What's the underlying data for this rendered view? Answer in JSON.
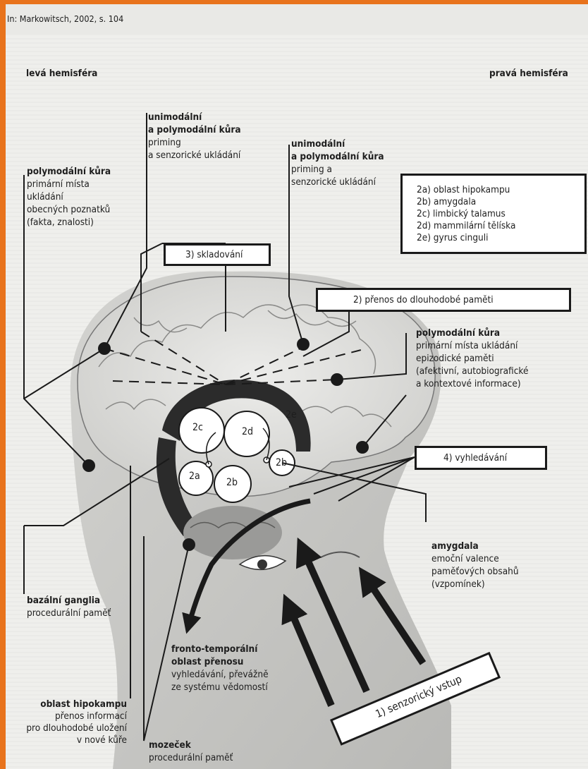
{
  "source_note": "In: Markowitsch, 2002, s. 104",
  "hemispheres": {
    "left": "levá hemisféra",
    "right": "pravá hemisféra"
  },
  "labels": {
    "unimodal_top": {
      "title": [
        "unimodální",
        "a polymodální kůra"
      ],
      "desc": [
        "priming",
        "a senzorické ukládání"
      ]
    },
    "unimodal_mid": {
      "title": [
        "unimodální",
        "a polymodální kůra"
      ],
      "desc": [
        "priming a",
        "senzorické ukládání"
      ]
    },
    "polymodal_left": {
      "title": "polymodální kůra",
      "desc": [
        "primární místa",
        "ukládání",
        "obecných poznatků",
        "(fakta, znalosti)"
      ]
    },
    "polymodal_right": {
      "title": "polymodální kůra",
      "desc": [
        "primární místa ukládání",
        "epizodické paměti",
        "(afektivní, autobiografické",
        "a kontextové informace)"
      ]
    },
    "basal_ganglia": {
      "title": "bazální ganglia",
      "desc": "procedurální paměť"
    },
    "fronto_temporal": {
      "title": [
        "fronto-temporální",
        "oblast přenosu"
      ],
      "desc": [
        "vyhledávání, převážně",
        "ze systému vědomostí"
      ]
    },
    "hippocampus_area": {
      "title": "oblast hipokampu",
      "desc": [
        "přenos informací",
        "pro dlouhodobé uložení",
        "v nové kůře"
      ]
    },
    "cerebellum": {
      "title": "mozeček",
      "desc": "procedurální paměť"
    },
    "amygdala": {
      "title": "amygdala",
      "desc": [
        "emoční valence",
        "paměťových obsahů",
        "(vzpomínek)"
      ]
    }
  },
  "boxes": {
    "storage": "3) skladování",
    "legend": [
      "2a) oblast hipokampu",
      "2b) amygdala",
      "2c) limbický talamus",
      "2d) mammilární tělíska",
      "2e) gyrus cinguli"
    ],
    "transfer": "2) přenos do dlouhodobé paměti",
    "retrieval": "4) vyhledávání",
    "sensory": "1) senzorický vstup"
  },
  "structure_labels": {
    "c2": "2c",
    "d2": "2d",
    "e2": "2e",
    "a2": "2a",
    "b2": "2b",
    "b2_right": "2b"
  }
}
